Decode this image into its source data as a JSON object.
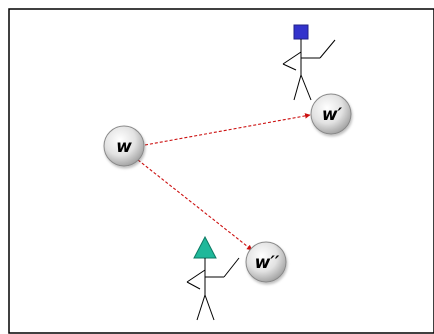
{
  "nodes": {
    "w": {
      "label": "w"
    },
    "w_prime": {
      "label": "w′"
    },
    "w_double_prime": {
      "label": "w′′"
    }
  },
  "edges": [
    {
      "from": "w",
      "to": "w_prime",
      "style": "dashed",
      "color": "#cc1111"
    },
    {
      "from": "w",
      "to": "w_double_prime",
      "style": "dashed",
      "color": "#cc1111"
    }
  ],
  "agents": [
    {
      "name": "agent-blue-square",
      "head_shape": "square",
      "color": "#3333cc"
    },
    {
      "name": "agent-green-triangle",
      "head_shape": "triangle",
      "color": "#1fb89a"
    }
  ],
  "colors": {
    "border": "#000000",
    "arrow": "#cc1111",
    "node_fill_light": "#f4f4f4",
    "node_fill_dark": "#a8a8a8"
  }
}
